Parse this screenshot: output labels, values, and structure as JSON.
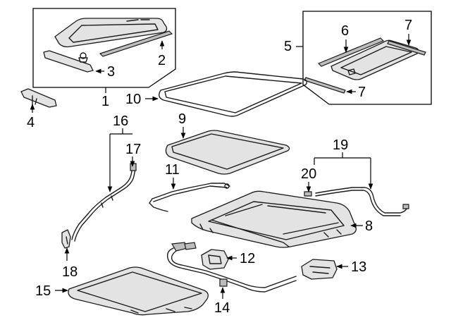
{
  "callouts": {
    "c1": "1",
    "c2": "2",
    "c3": "3",
    "c4": "4",
    "c5": "5",
    "c6": "6",
    "c7a": "7",
    "c7b": "7",
    "c8": "8",
    "c9": "9",
    "c10": "10",
    "c11": "11",
    "c12": "12",
    "c13": "13",
    "c14": "14",
    "c15": "15",
    "c16": "16",
    "c17": "17",
    "c18": "18",
    "c19": "19",
    "c20": "20"
  },
  "colors": {
    "line": "#1a1a1a",
    "part_fill": "#e3e3e3",
    "background": "#ffffff"
  }
}
